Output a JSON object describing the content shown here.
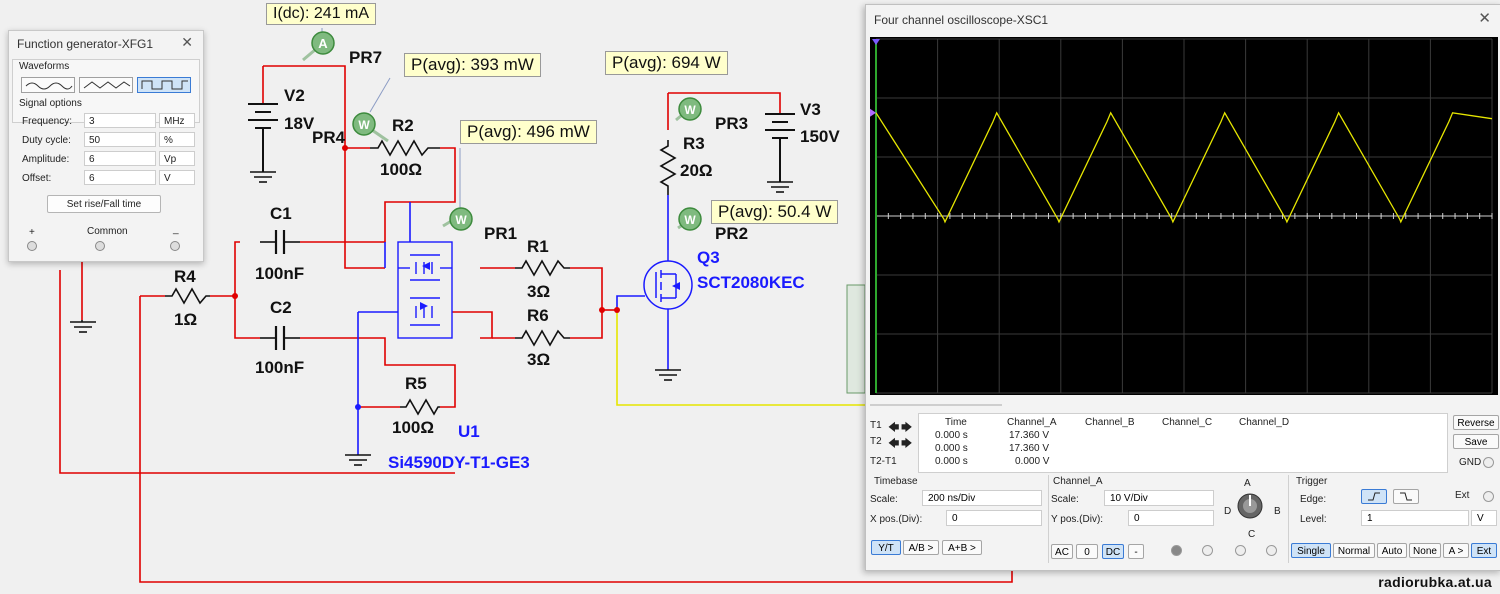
{
  "function_generator": {
    "title": "Function generator-XFG1",
    "waveforms_label": "Waveforms",
    "signal_options_label": "Signal options",
    "fields": [
      {
        "label": "Frequency:",
        "value": "3",
        "unit": "MHz"
      },
      {
        "label": "Duty cycle:",
        "value": "50",
        "unit": "%"
      },
      {
        "label": "Amplitude:",
        "value": "6",
        "unit": "Vp"
      },
      {
        "label": "Offset:",
        "value": "6",
        "unit": "V"
      }
    ],
    "rise_fall_button": "Set rise/Fall time",
    "plus_label": "+",
    "common_label": "Common",
    "minus_label": "_"
  },
  "schematic": {
    "probes": {
      "pr7": "I(dc): 241 mA",
      "pr4": "P(avg): 393 mW",
      "pr1": "P(avg): 496 mW",
      "pr3": "P(avg): 694 W",
      "pr2": "P(avg): 50.4 W"
    },
    "labels": {
      "pr7": "PR7",
      "pr4": "PR4",
      "pr1": "PR1",
      "pr3": "PR3",
      "pr2": "PR2",
      "v2": "V2",
      "v2_val": "18V",
      "v3": "V3",
      "v3_val": "150V",
      "r2": "R2",
      "r2_val": "100Ω",
      "r3": "R3",
      "r3_val": "20Ω",
      "c1": "C1",
      "c1_val": "100nF",
      "c2": "C2",
      "c2_val": "100nF",
      "r4": "R4",
      "r4_val": "1Ω",
      "r1": "R1",
      "r1_val": "3Ω",
      "r6": "R6",
      "r6_val": "3Ω",
      "r5": "R5",
      "r5_val": "100Ω",
      "u1": "U1",
      "u1_part": "Si4590DY-T1-GE3",
      "q3": "Q3",
      "q3_part": "SCT2080KEC",
      "ammeter": "A",
      "wattmeter": "W"
    }
  },
  "oscilloscope": {
    "title": "Four channel oscilloscope-XSC1",
    "table": {
      "headers": [
        "Time",
        "Channel_A",
        "Channel_B",
        "Channel_C",
        "Channel_D"
      ],
      "rows": [
        {
          "label": "T1",
          "time": "0.000 s",
          "a": "17.360 V"
        },
        {
          "label": "T2",
          "time": "0.000 s",
          "a": "17.360 V"
        },
        {
          "label": "T2-T1",
          "time": "0.000 s",
          "a": "0.000 V"
        }
      ]
    },
    "reverse": "Reverse",
    "save": "Save",
    "gnd": "GND",
    "timebase": {
      "label": "Timebase",
      "scale_label": "Scale:",
      "scale": "200 ns/Div",
      "xpos_label": "X pos.(Div):",
      "xpos": "0",
      "buttons": [
        "Y/T",
        "A/B >",
        "A+B >"
      ]
    },
    "channel": {
      "label": "Channel_A",
      "scale_label": "Scale:",
      "scale": "10  V/Div",
      "ypos_label": "Y pos.(Div):",
      "ypos": "0",
      "coupling": [
        "AC",
        "0",
        "DC",
        "-"
      ],
      "knob_labels": {
        "a": "A",
        "b": "B",
        "c": "C",
        "d": "D"
      }
    },
    "trigger": {
      "label": "Trigger",
      "edge_label": "Edge:",
      "ext_label": "Ext",
      "level_label": "Level:",
      "level": "1",
      "level_unit": "V",
      "modes": [
        "Single",
        "Normal",
        "Auto",
        "None",
        "A >",
        "Ext"
      ]
    }
  },
  "watermark": "radiorubka.at.ua",
  "chart_data": {
    "type": "line",
    "title": "",
    "xlabel": "",
    "ylabel": "",
    "timebase_per_div": "200 ns/Div",
    "volts_per_div": "10 V/Div",
    "x_divisions": 10,
    "y_divisions": 6,
    "series": [
      {
        "channel": "A",
        "color": "#e6e600",
        "description_period_divs": 1.85,
        "x_div": [
          0.0,
          1.1,
          1.12,
          1.9,
          1.96,
          2.95,
          2.97,
          3.75,
          3.81,
          4.8,
          4.82,
          5.6,
          5.66,
          6.65,
          6.67,
          7.45,
          7.51,
          8.5,
          8.52,
          9.3,
          9.36,
          10.0
        ],
        "y_div": [
          1.75,
          -0.05,
          -0.1,
          1.6,
          1.75,
          -0.05,
          -0.1,
          1.6,
          1.75,
          -0.05,
          -0.1,
          1.6,
          1.75,
          -0.05,
          -0.1,
          1.6,
          1.75,
          -0.05,
          -0.1,
          1.6,
          1.75,
          1.65
        ]
      }
    ]
  }
}
